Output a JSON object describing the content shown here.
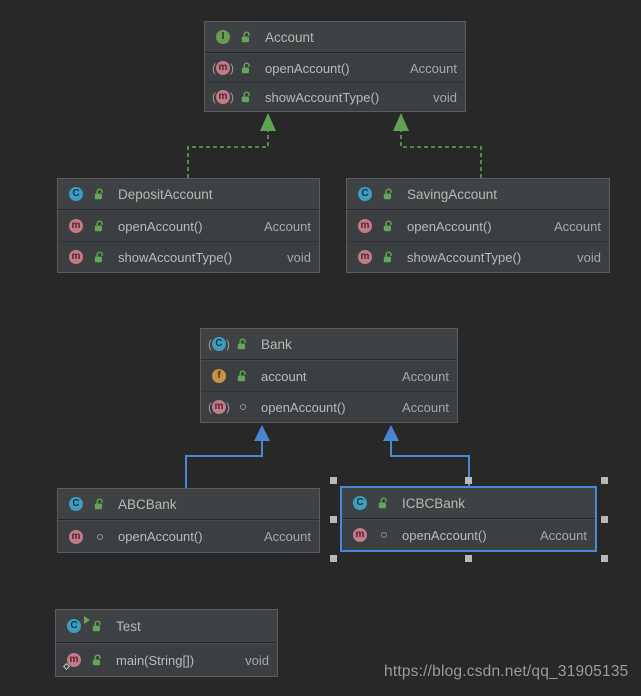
{
  "colors": {
    "canvas-bg": "#282828",
    "box-bg": "#3c3f41",
    "header-bg": "#3f4244",
    "box-border": "#5a5c5e",
    "selection-border": "#4b87d7",
    "realization": "#5fa254",
    "generalization": "#4a86d2",
    "title-text": "#b4bab1",
    "member-text": "#b8bbbd",
    "type-text": "#a6a9ab",
    "interface-icon": "#699c53",
    "class-icon": "#3d9dc0",
    "method-icon": "#c17a87",
    "field-icon": "#c79244",
    "lock-green": "#62a757",
    "watermark-text": "#9a9a9a",
    "handle": "#b8b8b8"
  },
  "icons": {
    "interface_letter": "I",
    "class_letter": "C",
    "method_letter": "m",
    "field_letter": "f"
  },
  "watermark": "https://blog.csdn.net/qq_31905135",
  "classes": [
    {
      "name": "Account",
      "kind": "interface",
      "members": [
        {
          "name": "openAccount()",
          "returns": "Account"
        },
        {
          "name": "showAccountType()",
          "returns": "void"
        }
      ]
    },
    {
      "name": "DepositAccount",
      "kind": "class",
      "members": [
        {
          "name": "openAccount()",
          "returns": "Account"
        },
        {
          "name": "showAccountType()",
          "returns": "void"
        }
      ]
    },
    {
      "name": "SavingAccount",
      "kind": "class",
      "members": [
        {
          "name": "openAccount()",
          "returns": "Account"
        },
        {
          "name": "showAccountType()",
          "returns": "void"
        }
      ]
    },
    {
      "name": "Bank",
      "kind": "abstract-class",
      "members": [
        {
          "name": "account",
          "returns": "Account"
        },
        {
          "name": "openAccount()",
          "returns": "Account"
        }
      ]
    },
    {
      "name": "ABCBank",
      "kind": "class",
      "members": [
        {
          "name": "openAccount()",
          "returns": "Account"
        }
      ]
    },
    {
      "name": "ICBCBank",
      "kind": "class",
      "selected": true,
      "members": [
        {
          "name": "openAccount()",
          "returns": "Account"
        }
      ]
    },
    {
      "name": "Test",
      "kind": "runnable-class",
      "members": [
        {
          "name": "main(String[])",
          "returns": "void"
        }
      ]
    }
  ]
}
